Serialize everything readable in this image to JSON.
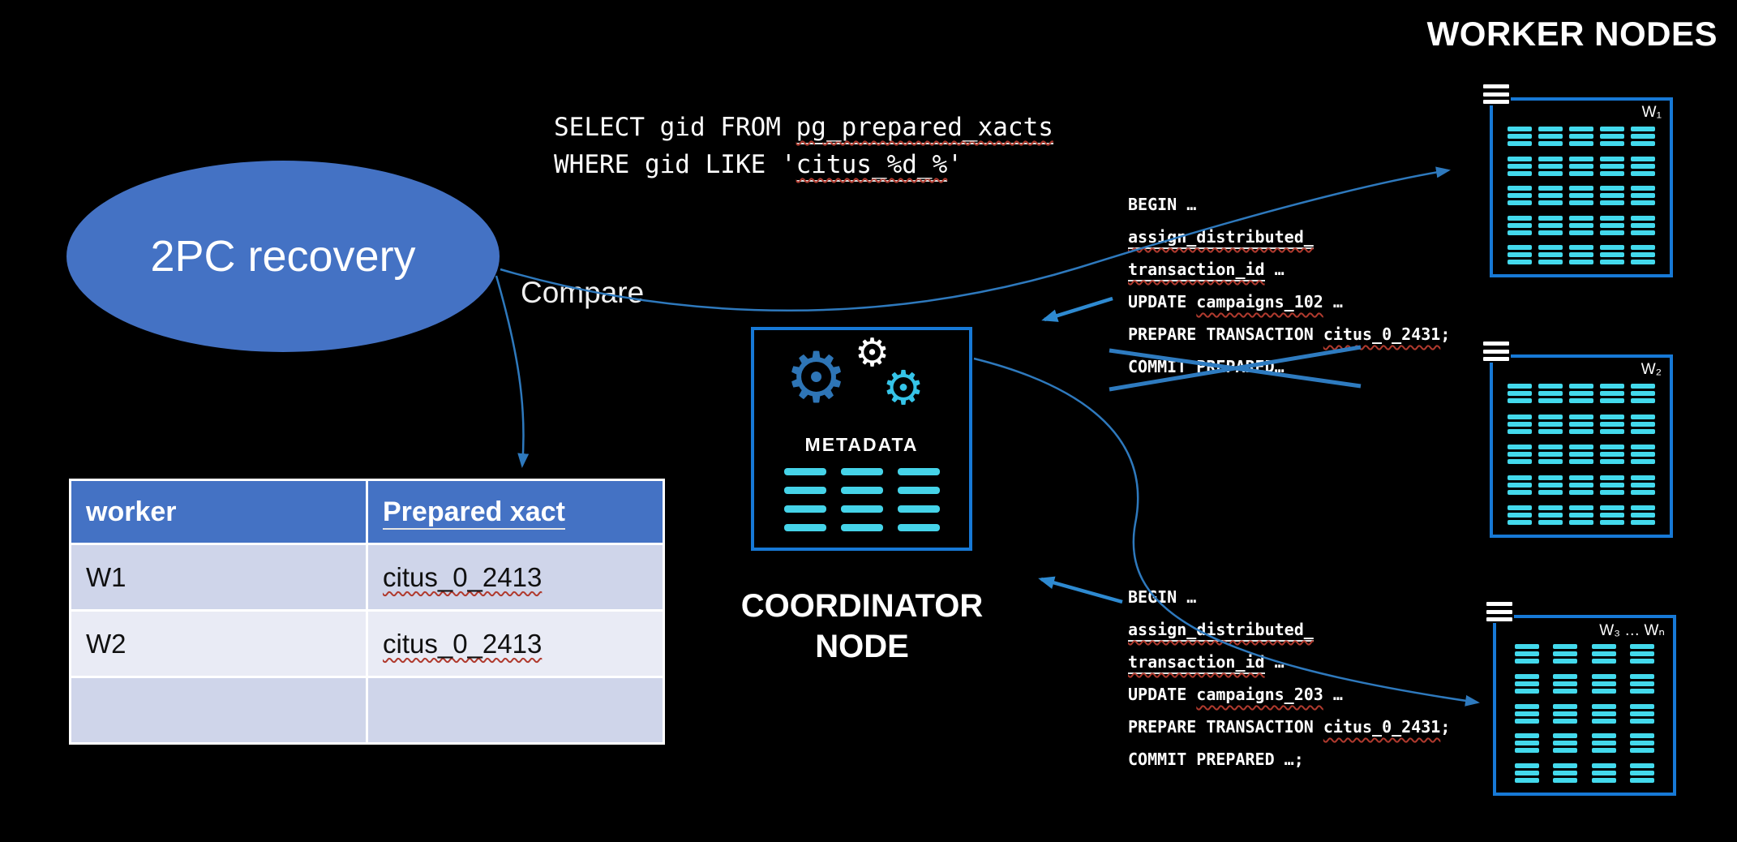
{
  "heading": {
    "worker_nodes_title": "WORKER NODES"
  },
  "ellipse": {
    "label": "2PC recovery"
  },
  "compare_label": "Compare",
  "icons": {
    "gear": "⚙"
  },
  "colors": {
    "accent_blue": "#4472C4",
    "box_border_blue": "#1779D6",
    "icon_cyan": "#45D3E8",
    "arrow_blue": "#2E79BD"
  },
  "sql_query": {
    "lines": [
      [
        {
          "t": "SELECT gid FROM "
        },
        {
          "t": "pg_prepared_xacts",
          "m": true,
          "u": true
        }
      ],
      [
        {
          "t": "WHERE gid LIKE '"
        },
        {
          "t": "citus_%d_%",
          "m": true,
          "u": true
        },
        {
          "t": "'"
        }
      ]
    ]
  },
  "coordinator": {
    "metadata_label": "METADATA",
    "title_line1": "COORDINATOR",
    "title_line2": "NODE",
    "list_cols": 3,
    "list_rows": 4
  },
  "table": {
    "headers": [
      "worker",
      "Prepared xact"
    ],
    "rows": [
      [
        {
          "t": "W1"
        },
        {
          "t": "citus_0_2413",
          "m": true
        }
      ],
      [
        {
          "t": "W2"
        },
        {
          "t": "citus_0_2413",
          "m": true
        }
      ],
      [
        {
          "t": ""
        },
        {
          "t": ""
        }
      ]
    ]
  },
  "worker_nodes": [
    {
      "label": "W₁",
      "cols": 5,
      "rows": 5
    },
    {
      "label": "W₂",
      "cols": 5,
      "rows": 5
    },
    {
      "label": "W₃ … Wₙ",
      "cols": 4,
      "rows": 5
    }
  ],
  "tx_block_1": {
    "lines": [
      [
        {
          "t": "BEGIN …"
        }
      ],
      [
        {
          "t": "assign_distributed_",
          "m": true,
          "u": true
        }
      ],
      [
        {
          "t": "transaction_id",
          "m": true,
          "u": true
        },
        {
          "t": " …"
        }
      ],
      [
        {
          "t": "UPDATE "
        },
        {
          "t": "campaigns_102",
          "m": true
        },
        {
          "t": " …"
        }
      ],
      [
        {
          "t": "PREPARE TRANSACTION "
        },
        {
          "t": "citus_0_2431",
          "m": true
        },
        {
          "t": ";"
        }
      ],
      [
        {
          "t": "COMMIT PREPARED…"
        }
      ]
    ]
  },
  "tx_block_2": {
    "lines": [
      [
        {
          "t": "BEGIN …"
        }
      ],
      [
        {
          "t": "assign_distributed_",
          "m": true,
          "u": true
        }
      ],
      [
        {
          "t": "transaction_id",
          "m": true,
          "u": true
        },
        {
          "t": " …"
        }
      ],
      [
        {
          "t": "UPDATE "
        },
        {
          "t": "campaigns_203",
          "m": true
        },
        {
          "t": " …"
        }
      ],
      [
        {
          "t": "PREPARE TRANSACTION "
        },
        {
          "t": "citus_0_2431",
          "m": true
        },
        {
          "t": ";"
        }
      ],
      [
        {
          "t": "COMMIT PREPARED …;"
        }
      ]
    ]
  }
}
